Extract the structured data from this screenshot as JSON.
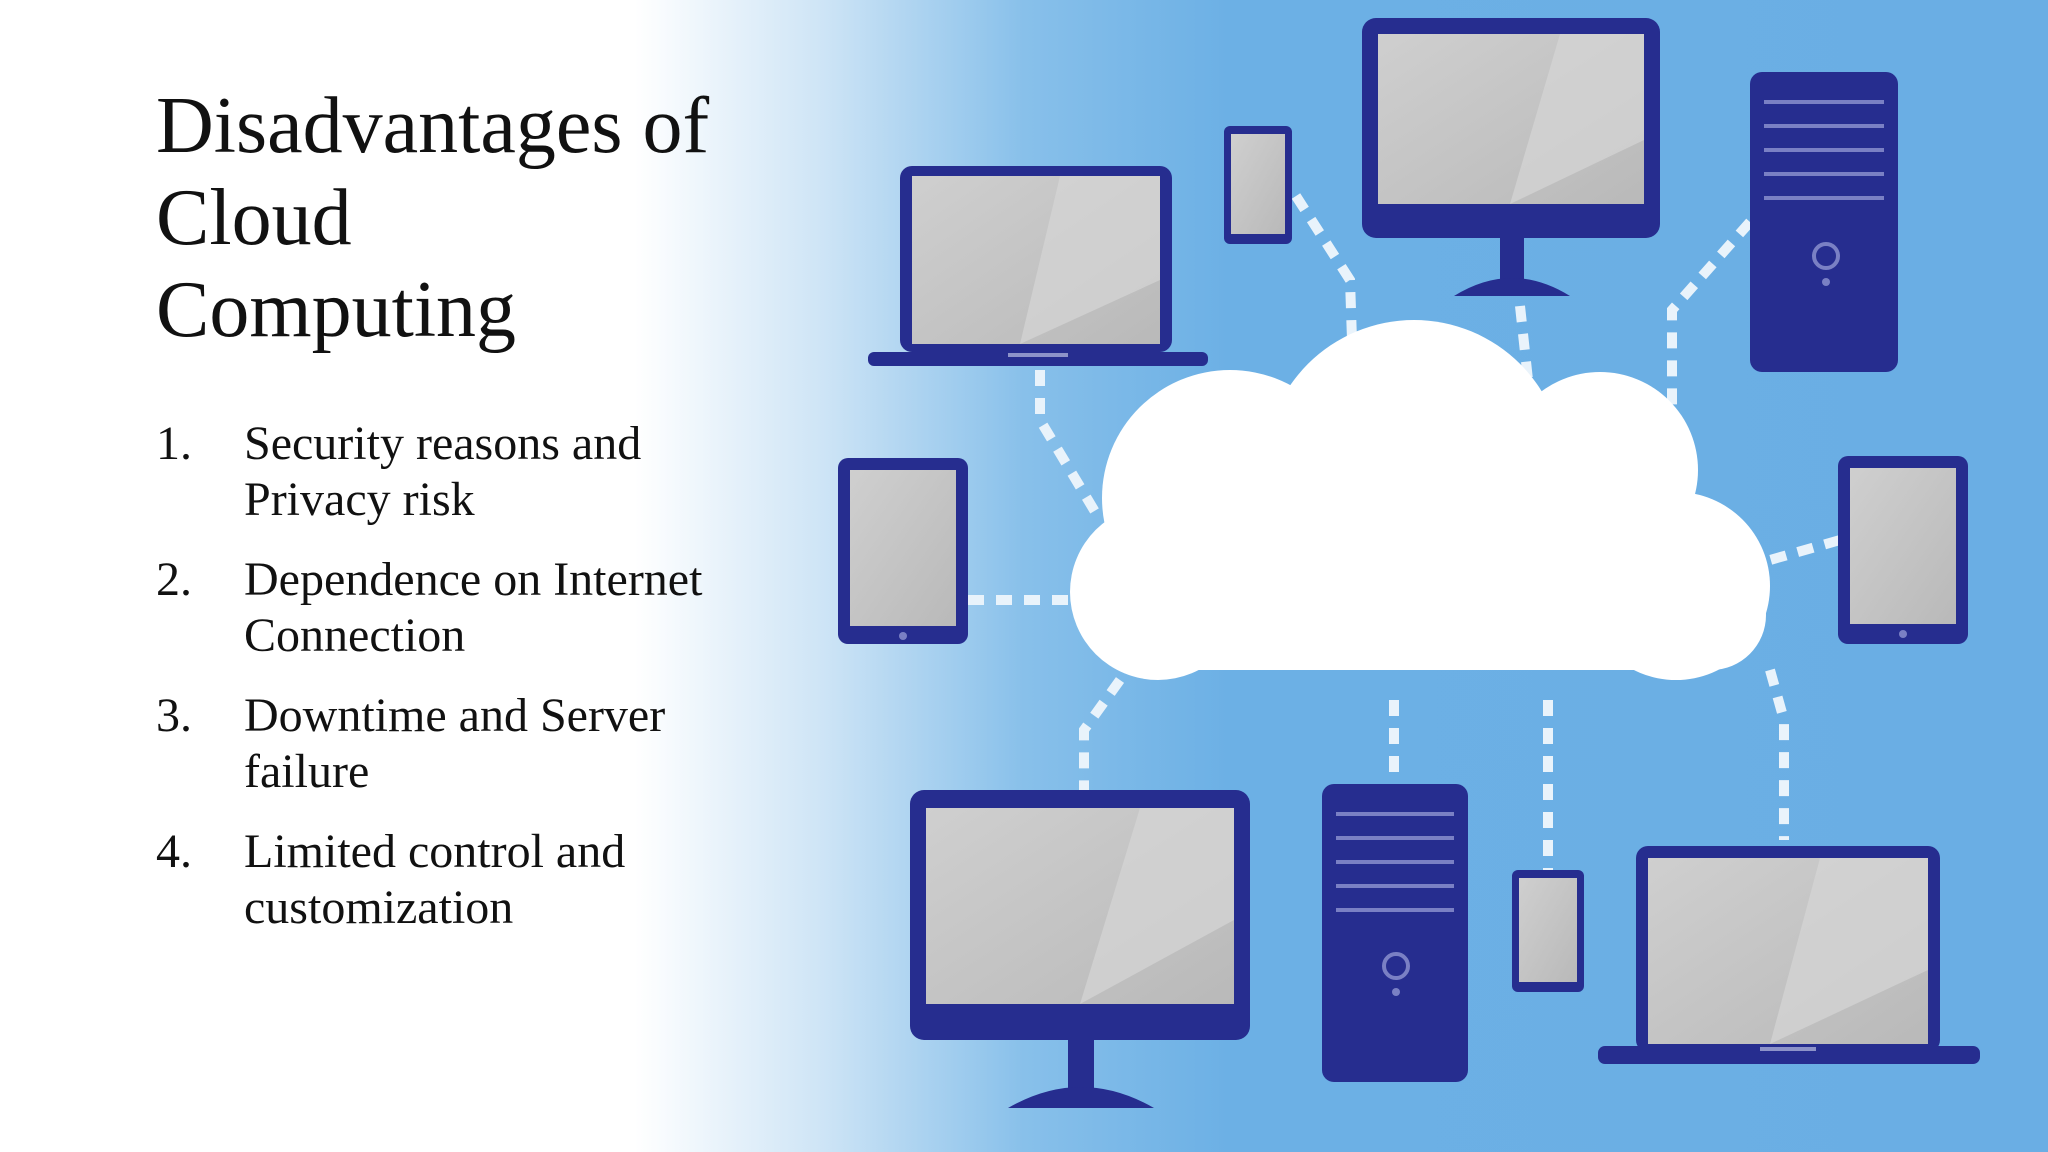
{
  "slide": {
    "title_lines": [
      "Disadvantages of",
      "Cloud",
      "Computing"
    ],
    "points": [
      {
        "number": "1.",
        "lines": [
          "Security reasons and",
          "Privacy risk"
        ]
      },
      {
        "number": "2.",
        "lines": [
          "Dependence on Internet",
          "Connection"
        ]
      },
      {
        "number": "3.",
        "lines": [
          "Downtime and Server",
          "failure"
        ]
      },
      {
        "number": "4.",
        "lines": [
          "Limited control and",
          "customization"
        ]
      }
    ]
  },
  "illustration": {
    "device_icons": [
      "laptop-icon",
      "smartphone-icon",
      "desktop-monitor-icon",
      "tower-server-icon",
      "tablet-icon",
      "tablet-icon",
      "desktop-monitor-icon",
      "tower-server-icon",
      "smartphone-icon",
      "laptop-icon"
    ],
    "center_icon": "cloud-icon"
  },
  "colors": {
    "background_blue": "#6aaee4",
    "device_navy": "#262d8f",
    "screen_gray": "#c4c4c4",
    "connector": "#e9f3fb",
    "cloud": "#ffffff"
  }
}
